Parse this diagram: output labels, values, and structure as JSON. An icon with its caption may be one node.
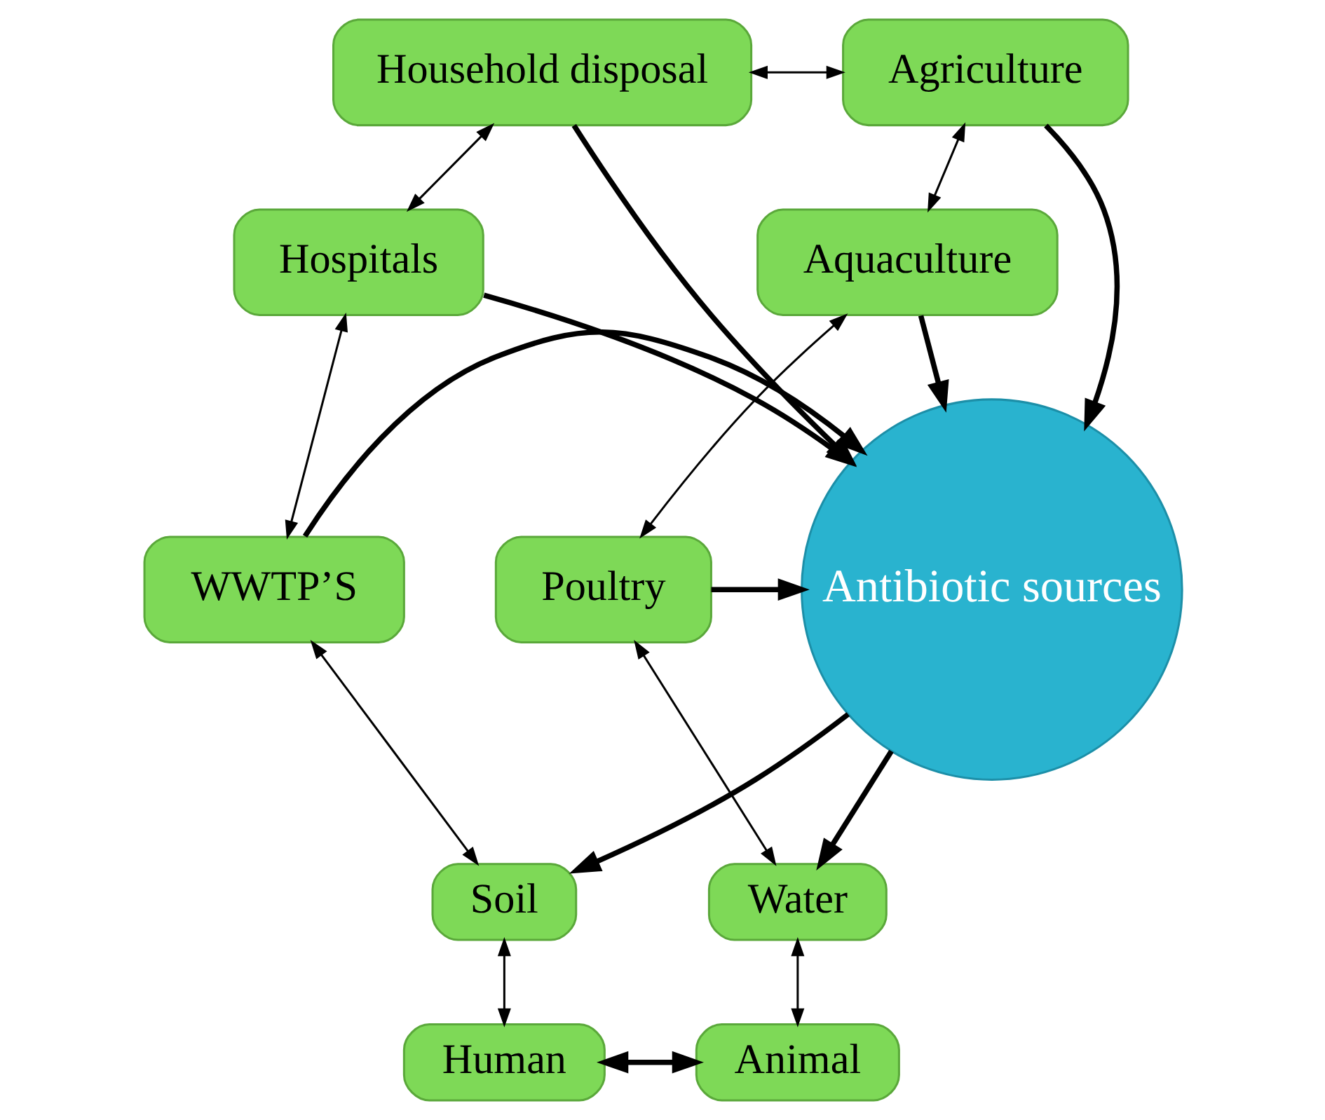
{
  "diagram": {
    "nodes": [
      {
        "text": [
          "Household disposal"
        ]
      },
      {
        "text": [
          "Agriculture"
        ]
      },
      {
        "text": [
          "Hospitals"
        ]
      },
      {
        "text": [
          "Aquaculture"
        ]
      },
      {
        "text": [
          "WWTP’S"
        ]
      },
      {
        "text": [
          "Antibiotic sources"
        ]
      },
      {
        "text": [
          "Poultry"
        ]
      },
      {
        "text": [
          "Soil"
        ]
      },
      {
        "text": [
          "Water"
        ]
      },
      {
        "text": [
          "Human"
        ]
      },
      {
        "text": [
          "Animal"
        ]
      }
    ],
    "edges": [
      {
        "from": 0,
        "to": 1,
        "arrow": "both"
      },
      {
        "from": 2,
        "to": 0,
        "arrow": "both"
      },
      {
        "from": 1,
        "to": 3,
        "arrow": "both"
      },
      {
        "from": 0,
        "to": 5,
        "arrow": "to",
        "style": "thick"
      },
      {
        "from": 1,
        "to": 5,
        "arrow": "to",
        "style": "thick"
      },
      {
        "from": 2,
        "to": 5,
        "arrow": "to",
        "style": "thick"
      },
      {
        "from": 3,
        "to": 5,
        "arrow": "to",
        "style": "thick"
      },
      {
        "from": 2,
        "to": 4,
        "arrow": "both"
      },
      {
        "from": 3,
        "to": 6,
        "arrow": "both"
      },
      {
        "from": 4,
        "to": 5,
        "arrow": "to",
        "style": "thick"
      },
      {
        "from": 6,
        "to": 5,
        "arrow": "to",
        "style": "thick"
      },
      {
        "from": 4,
        "to": 7,
        "arrow": "both"
      },
      {
        "from": 6,
        "to": 8,
        "arrow": "both"
      },
      {
        "from": 5,
        "to": 7,
        "arrow": "to",
        "style": "thick"
      },
      {
        "from": 5,
        "to": 8,
        "arrow": "to",
        "style": "thick"
      },
      {
        "from": 7,
        "to": 9,
        "arrow": "both"
      },
      {
        "from": 8,
        "to": 10,
        "arrow": "both"
      },
      {
        "from": 9,
        "to": 10,
        "arrow": "both",
        "style": "thick"
      }
    ]
  }
}
